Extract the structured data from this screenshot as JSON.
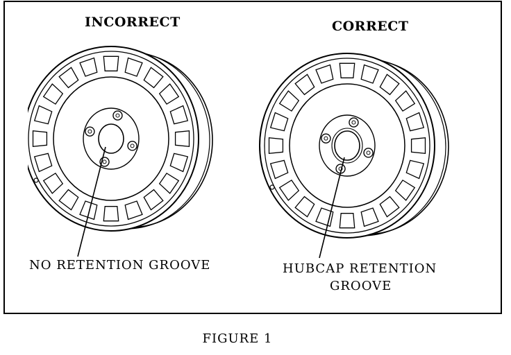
{
  "figure": {
    "incorrect_heading": "INCORRECT",
    "correct_heading": "CORRECT",
    "incorrect_label": "NO RETENTION GROOVE",
    "correct_label_line1": "HUBCAP RETENTION",
    "correct_label_line2": "GROOVE",
    "caption": "FIGURE 1"
  }
}
